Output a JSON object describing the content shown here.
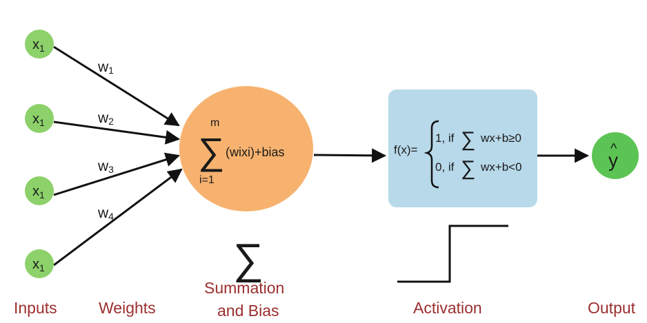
{
  "inputs": [
    {
      "label": "x",
      "sub": "1"
    },
    {
      "label": "x",
      "sub": "1"
    },
    {
      "label": "x",
      "sub": "1"
    },
    {
      "label": "x",
      "sub": "1"
    }
  ],
  "weights": [
    {
      "label": "w",
      "sub": "1"
    },
    {
      "label": "w",
      "sub": "2"
    },
    {
      "label": "w",
      "sub": "3"
    },
    {
      "label": "w",
      "sub": "4"
    }
  ],
  "summation": {
    "upper": "m",
    "lower": "i=1",
    "term": "(wixi)+bias"
  },
  "activation": {
    "fx": "f(x)=",
    "case1_prefix": "1, if",
    "case1_suffix": "wx+b≥0",
    "case0_prefix": "0, if",
    "case0_suffix": "wx+b<0"
  },
  "output": {
    "symbol": "y",
    "hat": "^"
  },
  "sigma_symbol": "∑",
  "labels": {
    "inputs": "Inputs",
    "weights": "Weights",
    "summation_line1": "Summation",
    "summation_line2": "and Bias",
    "activation": "Activation",
    "output": "Output"
  },
  "colors": {
    "input_node": "#8dd16a",
    "summation_node": "#f7b26f",
    "activation_box": "#b7d9ea",
    "output_node": "#5cc454",
    "label": "#9b2e2e"
  }
}
